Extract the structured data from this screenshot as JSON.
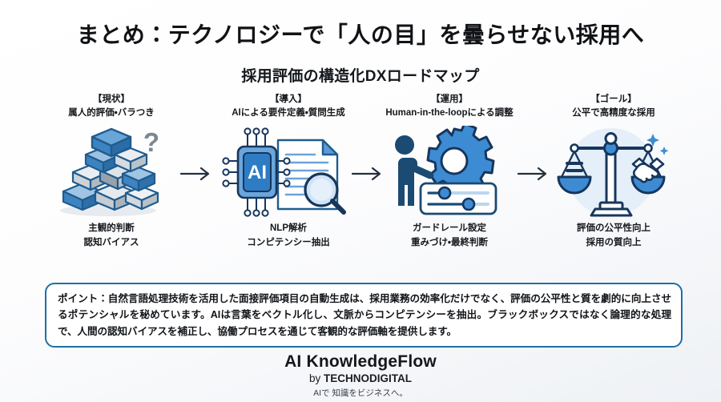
{
  "slide": {
    "title": "まとめ：テクノロジーで「人の目」を曇らせない採用へ",
    "subtitle": "採用評価の構造化DXロードマップ"
  },
  "steps": [
    {
      "tag": "【現状】",
      "desc": "属人的評価・バラつき",
      "icon": "stacked-cubes-question-icon",
      "foot_line1": "主観的判断",
      "foot_line2": "認知バイアス"
    },
    {
      "tag": "【導入】",
      "desc": "AIによる要件定義・質問生成",
      "icon": "ai-chip-document-magnifier-icon",
      "chip_label": "AI",
      "foot_line1": "NLP解析",
      "foot_line2": "コンピテンシー抽出"
    },
    {
      "tag": "【運用】",
      "desc": "Human-in-the-loopによる調整",
      "icon": "person-gear-sliders-icon",
      "foot_line1": "ガードレール設定",
      "foot_line2": "重みづけ・最終判断"
    },
    {
      "tag": "【ゴール】",
      "desc": "公平で高精度な採用",
      "icon": "balance-scale-handshake-icon",
      "foot_line1": "評価の公平性向上",
      "foot_line2": "採用の質向上"
    }
  ],
  "arrows": [
    {
      "name": "arrow-step1-to-step2"
    },
    {
      "name": "arrow-step2-to-step3"
    },
    {
      "name": "arrow-step3-to-step4"
    }
  ],
  "point_box": {
    "text": "ポイント：自然言語処理技術を活用した面接評価項目の自動生成は、採用業務の効率化だけでなく、評価の公平性と質を劇的に向上させるポテンシャルを秘めています。AIは言葉をベクトル化し、文脈からコンピテンシーを抽出。ブラックボックスではなく論理的な処理で、人間の認知バイアスを補正し、協働プロセスを通じて客観的な評価軸を提供します。",
    "border_color": "#1d6fa5"
  },
  "footer": {
    "brand": "AI KnowledgeFlow",
    "by_prefix": "by ",
    "by_company": "TECHNODIGITAL",
    "tagline": "AIで 知識をビジネスへ。"
  },
  "colors": {
    "accent_blue": "#2b7cc4",
    "deep_navy": "#1a4e77",
    "dark_navy": "#16456b",
    "light_blue": "#cfe2f3",
    "pale_blue": "#e8f1fa",
    "gray_block": "#c9ced4",
    "text_dark": "#14161a"
  }
}
